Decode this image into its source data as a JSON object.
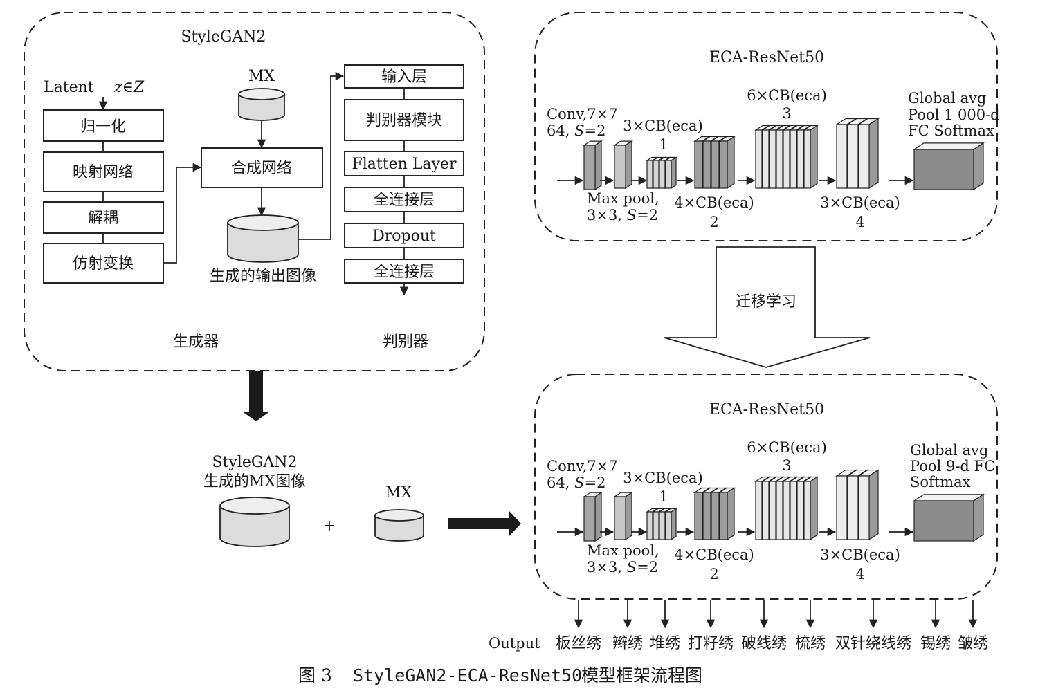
{
  "generator_panel": {
    "title": "StyleGAN2",
    "latent_label": "Latent",
    "latent_var": "z∈Z",
    "mx_label": "MX",
    "blocks": [
      "归一化",
      "映射网络",
      "解耦",
      "仿射变换"
    ],
    "synthesis_label": "合成网络",
    "output_image_label": "生成的输出图像",
    "generator_label": "生成器",
    "discriminator_label": "判别器",
    "discriminator_blocks": [
      "输入层",
      "判别器模块",
      "Flatten Layer",
      "全连接层",
      "Dropout",
      "全连接层"
    ]
  },
  "network_top": {
    "title": "ECA-ResNet50",
    "conv_label_1": "Conv,7×7",
    "conv_label_2_prefix": "64, ",
    "conv_label_2_var": "S",
    "conv_label_2_suffix": "=2",
    "pool_label_1": "Max pool,",
    "pool_label_2_prefix": "3×3, ",
    "pool_label_2_var": "S",
    "pool_label_2_suffix": "=2",
    "stage1_label": "3×CB(eca)",
    "stage1_num": "1",
    "stage2_label": "4×CB(eca)",
    "stage2_num": "2",
    "stage3_label": "6×CB(eca)",
    "stage3_num": "3",
    "stage4_label": "3×CB(eca)",
    "stage4_num": "4",
    "head_lines": [
      "Global avg",
      "Pool 1 000-d",
      "FC Softmax"
    ]
  },
  "transfer_label": "迁移学习",
  "network_bottom": {
    "title": "ECA-ResNet50",
    "conv_label_1": "Conv,7×7",
    "conv_label_2_prefix": "64, ",
    "conv_label_2_var": "S",
    "conv_label_2_suffix": "=2",
    "pool_label_1": "Max pool,",
    "pool_label_2_prefix": "3×3, ",
    "pool_label_2_var": "S",
    "pool_label_2_suffix": "=2",
    "stage1_label": "3×CB(eca)",
    "stage1_num": "1",
    "stage2_label": "4×CB(eca)",
    "stage2_num": "2",
    "stage3_label": "6×CB(eca)",
    "stage3_num": "3",
    "stage4_label": "3×CB(eca)",
    "stage4_num": "4",
    "head_lines": [
      "Global avg",
      "Pool 9-d FC",
      "Softmax"
    ]
  },
  "dataset": {
    "generated_label_1": "StyleGAN2",
    "generated_label_2": "生成的MX图像",
    "plus": "+",
    "mx_label": "MX"
  },
  "output": {
    "label": "Output",
    "classes": [
      "板丝绣",
      "辫绣",
      "堆绣",
      "打籽绣",
      "破线绣",
      "梳绣",
      "双针绕线绣",
      "锡绣",
      "皱绣"
    ]
  },
  "caption": {
    "figure": "图 3",
    "model": "StyleGAN2-ECA-ResNet50",
    "title": "模型框架流程图"
  }
}
